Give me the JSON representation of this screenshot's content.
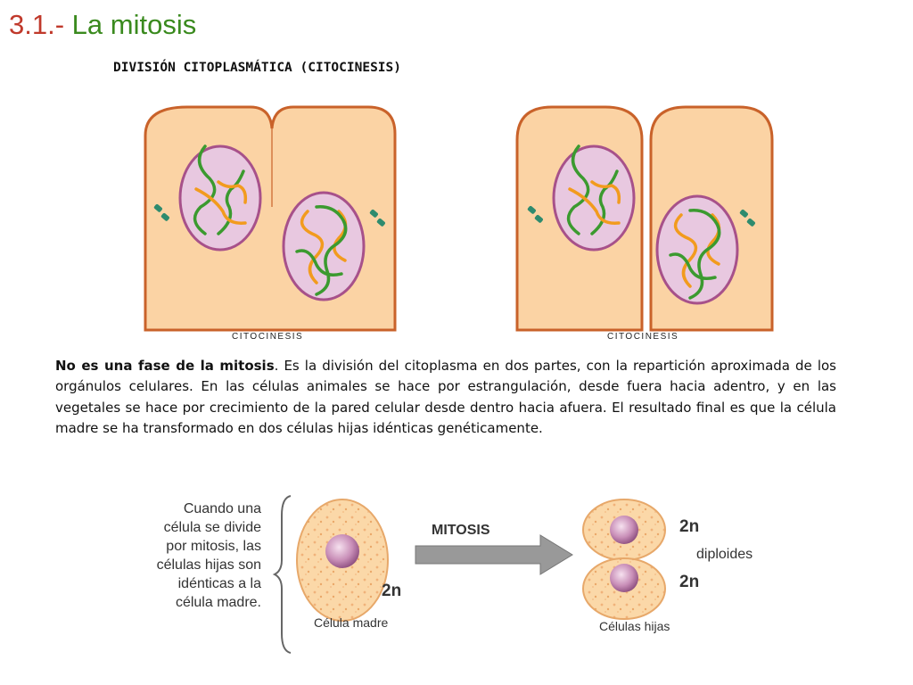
{
  "title": {
    "number": "3.1.-",
    "name": "La mitosis"
  },
  "subtitle": "DIVISIÓN CITOPLASMÁTICA (CITOCINESIS)",
  "diagrams": {
    "left_caption": "CITOCINESIS",
    "right_caption": "CITOCINESIS"
  },
  "paragraph": {
    "bold": "No es una fase de la mitosis",
    "text": ". Es la división del citoplasma en dos partes, con la repartición aproximada de los orgánulos celulares. En las células animales se hace por estrangulación, desde fuera hacia adentro, y en las vegetales se hace por crecimiento de la pared celular desde dentro hacia afuera. El resultado final es que la célula madre se ha transformado en dos células hijas idénticas genéticamente."
  },
  "lower_diagram": {
    "side_lines": [
      "Cuando una",
      "célula se divide",
      "por mitosis, las",
      "células  hijas son",
      "idénticas a la",
      "célula madre."
    ],
    "mother_ploidy": "2n",
    "mother_label": "Célula madre",
    "arrow_label": "MITOSIS",
    "daughter_ploidy_top": "2n",
    "daughter_ploidy_bottom": "2n",
    "diploid_label": "diploides",
    "daughters_label": "Células hijas"
  },
  "colors": {
    "cytoplasm": "#fbd3a4",
    "cell_border": "#c9622a",
    "nucleus": "#e8c8e0",
    "chromosome_green": "#3b9a2f",
    "chromosome_orange": "#f29b1e",
    "title_number": "#c0392b",
    "title_name": "#3a8a1e"
  }
}
